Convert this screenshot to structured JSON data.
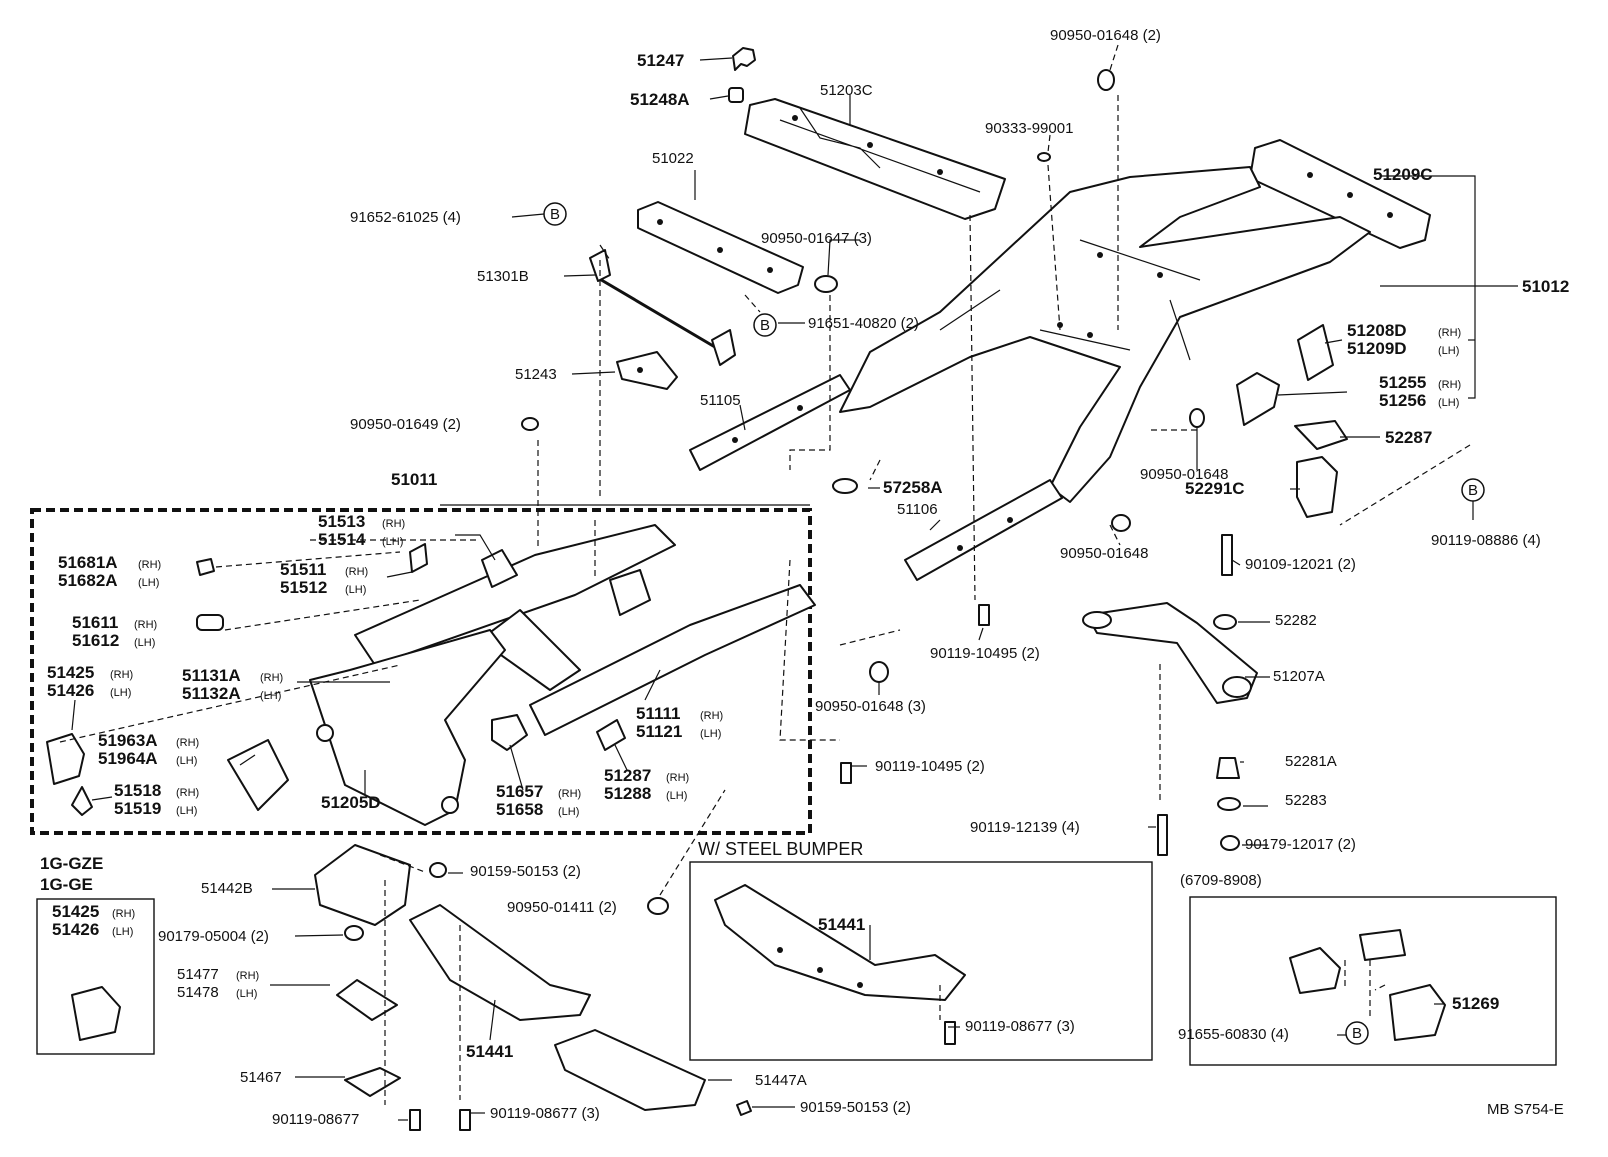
{
  "labels": {
    "p51247": "51247",
    "p51248a": "51248A",
    "p51203c": "51203C",
    "p90950_01648_2": "90950-01648 (2)",
    "p90333": "90333-99001",
    "p51209c": "51209C",
    "p51012": "51012",
    "p51022": "51022",
    "p91652": "91652-61025 (4)",
    "p90950_01647": "90950-01647 (3)",
    "p51301b": "51301B",
    "p91651": "91651-40820 (2)",
    "p51208d": "51208D",
    "p51209d": "51209D",
    "p51255": "51255",
    "p51256": "51256",
    "p51243": "51243",
    "p51105": "51105",
    "p52287": "52287",
    "p90950_01649": "90950-01649 (2)",
    "p90950_01648_b": "90950-01648",
    "p52291c": "52291C",
    "p57258a": "57258A",
    "p51011": "51011",
    "p51106": "51106",
    "p90119_08886": "90119-08886 (4)",
    "p51513": "51513",
    "p51514": "51514",
    "p51681a": "51681A",
    "p51682a": "51682A",
    "p51511": "51511",
    "p51512": "51512",
    "p90950_01648_c": "90950-01648",
    "p90109": "90109-12021 (2)",
    "p52282": "52282",
    "p51611": "51611",
    "p51612": "51612",
    "p90119_10495_a": "90119-10495 (2)",
    "p51207a": "51207A",
    "p51425": "51425",
    "p51426": "51426",
    "p51131a": "51131A",
    "p51132a": "51132A",
    "p51111": "51111",
    "p51121": "51121",
    "p90950_01648_3": "90950-01648 (3)",
    "p51963a": "51963A",
    "p51964a": "51964A",
    "p51287": "51287",
    "p51288": "51288",
    "p51518": "51518",
    "p51519": "51519",
    "p51205d": "51205D",
    "p51657": "51657",
    "p51658": "51658",
    "p90119_10495_b": "90119-10495 (2)",
    "p52281a": "52281A",
    "p52283": "52283",
    "p90119_12139": "90119-12139 (4)",
    "p90179_12017": "90179-12017 (2)",
    "steel_bumper": "W/ STEEL  BUMPER",
    "engine1": "1G-GZE",
    "engine2": "1G-GE",
    "p51442b": "51442B",
    "p90159_50153_a": "90159-50153 (2)",
    "p51425b": "51425",
    "p51426b": "51426",
    "p90950_01411": "90950-01411 (2)",
    "p51441_a": "51441",
    "range": "(6709-8908)",
    "p90179_05004": "90179-05004 (2)",
    "p51477": "51477",
    "p51478": "51478",
    "p51441_b": "51441",
    "p90119_08677_a": "90119-08677 (3)",
    "p51269": "51269",
    "p91655": "91655-60830 (4)",
    "p51467": "51467",
    "p51447a": "51447A",
    "p90119_08677_b": "90119-08677",
    "p90119_08677_c": "90119-08677 (3)",
    "p90159_50153_b": "90159-50153 (2)",
    "code": "MB S754-E"
  },
  "side": {
    "rh": "(RH)",
    "lh": "(LH)"
  },
  "marker_b": "B"
}
